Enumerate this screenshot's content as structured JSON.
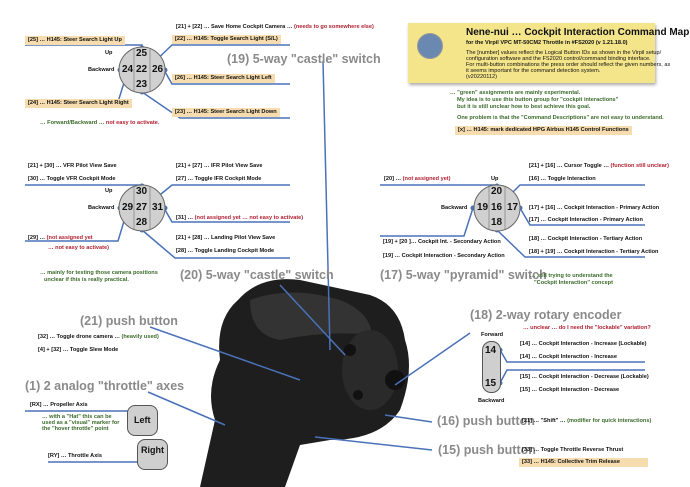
{
  "header": {
    "title": "Nene-nui … Cockpit Interaction Command Mapping",
    "subtitle": "for the Virpil VPC MT-50CM2 Throttle in #FS2020 (v 1.21.18.0)",
    "desc1": "The [number] values reflect the Logical Button IDs as shown in the Virpil setup/",
    "desc2": "configuration software and the FS2020 control/command binding interface.",
    "desc3": "For multi-button combinations the press order should reflect the given numbers, as",
    "desc4": "it seems important for the command detection system.",
    "version": "(v20220112)"
  },
  "notes": {
    "green1": "… \"green\" assignments are mainly experimental.",
    "green2": "My idea is to use this button group for \"cockpit interactions\"",
    "green3": "but it is still unclear how to best achieve this goal.",
    "problem": "One problem is that the \"Command Descriptions\" are not easy to understand.",
    "legend": "[x] … H145: mark dedicated HPG Airbus H145 Control Functions"
  },
  "s19": {
    "title": "(19) 5-way \"castle\" switch",
    "up": "Up",
    "back": "Backward",
    "n_top": "25",
    "n_left": "24",
    "n_mid": "22",
    "n_right": "26",
    "n_bot": "23",
    "combo": "[21] + [22] … Save Home Cockpit Camera …",
    "combo_note": "(needs to go somewhere else)",
    "c22": "[22] … H145: Toggle Search Light (S/L)",
    "c25": "[25] … H145: Steer Search Light Up",
    "c26": "[26] … H145: Steer Search Light Left",
    "c24": "[24] … H145: Steer Search Light Right",
    "c23": "[23] … H145: Steer Search Light Down",
    "fb": "… Forward/Backward …",
    "fb_note": "not easy to activate."
  },
  "s20": {
    "title": "(20) 5-way \"castle\" switch",
    "up": "Up",
    "back": "Backward",
    "n_top": "30",
    "n_left": "29",
    "n_mid": "27",
    "n_right": "31",
    "n_bot": "28",
    "c2130": "[21] + [30] … VFR Pilot View Save",
    "c30": "[30] … Toggle VFR Cockpit Mode",
    "c2127": "[21] + [27] … IFR Pilot View Save",
    "c27": "[27] … Toggle IFR Cockpit Mode",
    "c31": "[31] …",
    "c31_note": "(not assigned yet … not easy to activate)",
    "c29": "[29] …",
    "c29_note": "(not assigned yet",
    "c29_note2": "… not easy to activate)",
    "c2128": "[21] + [28] … Landing Pilot View Save",
    "c28": "[28] … Toggle Landing Cockpit Mode",
    "note1": "… mainly for testing those camera positions",
    "note2": "unclear if this is really practical."
  },
  "s17": {
    "title": "(17) 5-way \"pyramid\" switch",
    "up": "Up",
    "back": "Backward",
    "n_top": "20",
    "n_left": "19",
    "n_mid": "16",
    "n_right": "17",
    "n_bot": "18",
    "c20": "[20] …",
    "c20_note": "(not assigned yet)",
    "c2116": "[21] + [16] … Cursor Toggle …",
    "c2116_note": "(function still unclear)",
    "c16": "[16] … Toggle Interaction",
    "c1716": "[17] + [16] … Cockpit Interaction - Primary Action",
    "c17": "[17] … Cockpit Interaction - Primary Action",
    "c18": "[18] … Cockpit Interaction - Tertiary Action",
    "c1819": "[18] + [19] … Cockpit Interaction - Tertiary Action",
    "c1920": "[19] + [20 ]… Cockpit Int. - Secondary Action",
    "c19": "[19] … Cockpit Interaction - Secondary Action",
    "note1": "… still trying to understand the",
    "note2": "\"Cockpit Interaction\" concept"
  },
  "s21": {
    "title": "(21) push button",
    "c32": "[32] … Toggle drone camera …",
    "c32_note": "(heavily used)",
    "c432": "[4] + [32] … Toggle Slew Mode"
  },
  "s1": {
    "title": "(1) 2 analog \"throttle\" axes",
    "rx": "[RX] … Propeller Axis",
    "hat1": "… with a \"Hat\" this can be",
    "hat2": "used as a \"visual\" marker for",
    "hat3": "the \"hover throttle\" point",
    "left": "Left",
    "right": "Right",
    "ry": "[RY] … Throttle Axis"
  },
  "s18": {
    "title": "(18) 2-way rotary encoder",
    "unclear": "… unclear … do I need the \"lockable\" variation?",
    "fwd": "Forward",
    "back": "Backward",
    "n14": "14",
    "n15": "15",
    "c14l": "[14] … Cockpit Interaction - Increase (Lockable)",
    "c14": "[14] … Cockpit Interaction - Increase",
    "c15l": "[15] … Cockpit Interaction - Decrease (Lockable)",
    "c15": "[15] … Cockpit Interaction - Decrease"
  },
  "s16": {
    "title": "(16) push button",
    "c21": "[21] … \"Shift\" …",
    "c21_note": "(modifier for quick interactions)"
  },
  "s15": {
    "title": "(15) push button",
    "c33": "[33] … Toggle Throttle Reverse Thrust",
    "c33h": "[33] … H145: Collective Trim Release"
  },
  "colors": {
    "line": "#4a72b8",
    "highlight": "#f6dcae",
    "red": "#b02030",
    "green": "#3a6b2a",
    "info_bg": "#f4e58a"
  }
}
